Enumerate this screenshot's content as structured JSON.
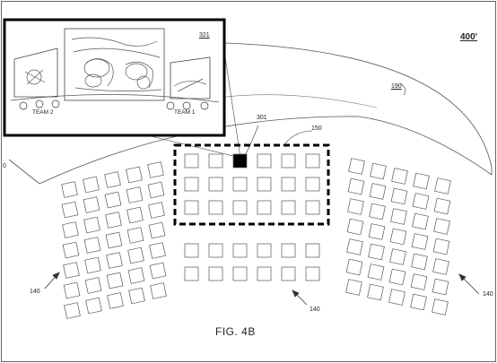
{
  "figure": {
    "number": "400'",
    "caption": "FIG. 4B"
  },
  "labels": {
    "inset_ref": "321",
    "dome_ref": "190",
    "seat_ref": "301",
    "selection_ref": "150",
    "left_edge_ref": "0",
    "section_ref_left": "140",
    "section_ref_center": "140",
    "section_ref_right": "140"
  },
  "inset": {
    "team_left": "TEAM 2",
    "team_right": "TEAM 1"
  },
  "colors": {
    "line": "#333333",
    "seat_stroke": "#555555",
    "selected_seat": "#000000",
    "background": "#ffffff"
  }
}
